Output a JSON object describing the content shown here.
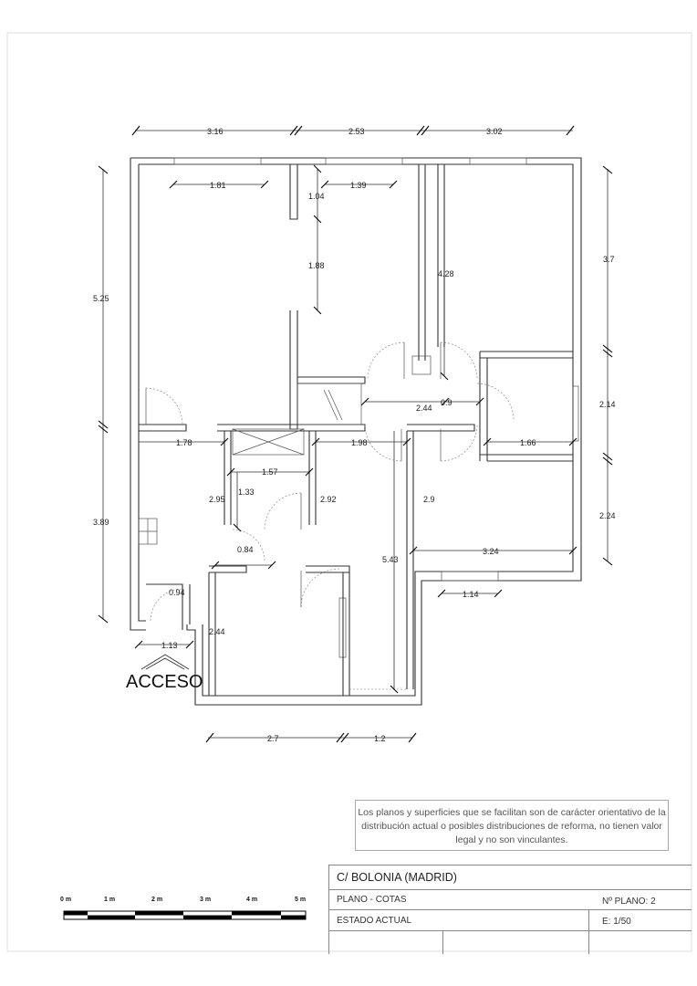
{
  "dimensions": {
    "top": [
      "3.16",
      "2.53",
      "3.02"
    ],
    "left": [
      "5.25",
      "3.89"
    ],
    "right": [
      "3.7",
      "2.14",
      "2.24"
    ],
    "bottom": [
      "2.7",
      "1.2"
    ],
    "interior": {
      "d181": "1.81",
      "d139": "1.39",
      "d104": "1.04",
      "d188": "1.88",
      "d428": "4.28",
      "d244a": "2.44",
      "d09": "0.9",
      "d178": "1.78",
      "d198": "1.98",
      "d166": "1.66",
      "d157": "1.57",
      "d133": "1.33",
      "d295": "2.95",
      "d292": "2.92",
      "d29": "2.9",
      "d324": "3.24",
      "d543": "5.43",
      "d084": "0.84",
      "d094": "0.94",
      "d113": "1.13",
      "d244b": "2.44",
      "d114": "1.14"
    }
  },
  "entrance_label": "ACCESO",
  "disclaimer": "Los planos y superficies que se facilitan son de carácter orientativo de la distribución actual o posibles distribuciones de reforma, no tienen valor legal y no son vinculantes.",
  "title_block": {
    "address": "C/  BOLONIA   (MADRID)",
    "plan_type": "PLANO   -  COTAS",
    "plan_number": "Nº PLANO:  2",
    "state": "ESTADO  ACTUAL",
    "scale": "E: 1/50"
  },
  "scale_bar": [
    "0 m",
    "1 m",
    "2 m",
    "3 m",
    "4 m",
    "5 m"
  ]
}
